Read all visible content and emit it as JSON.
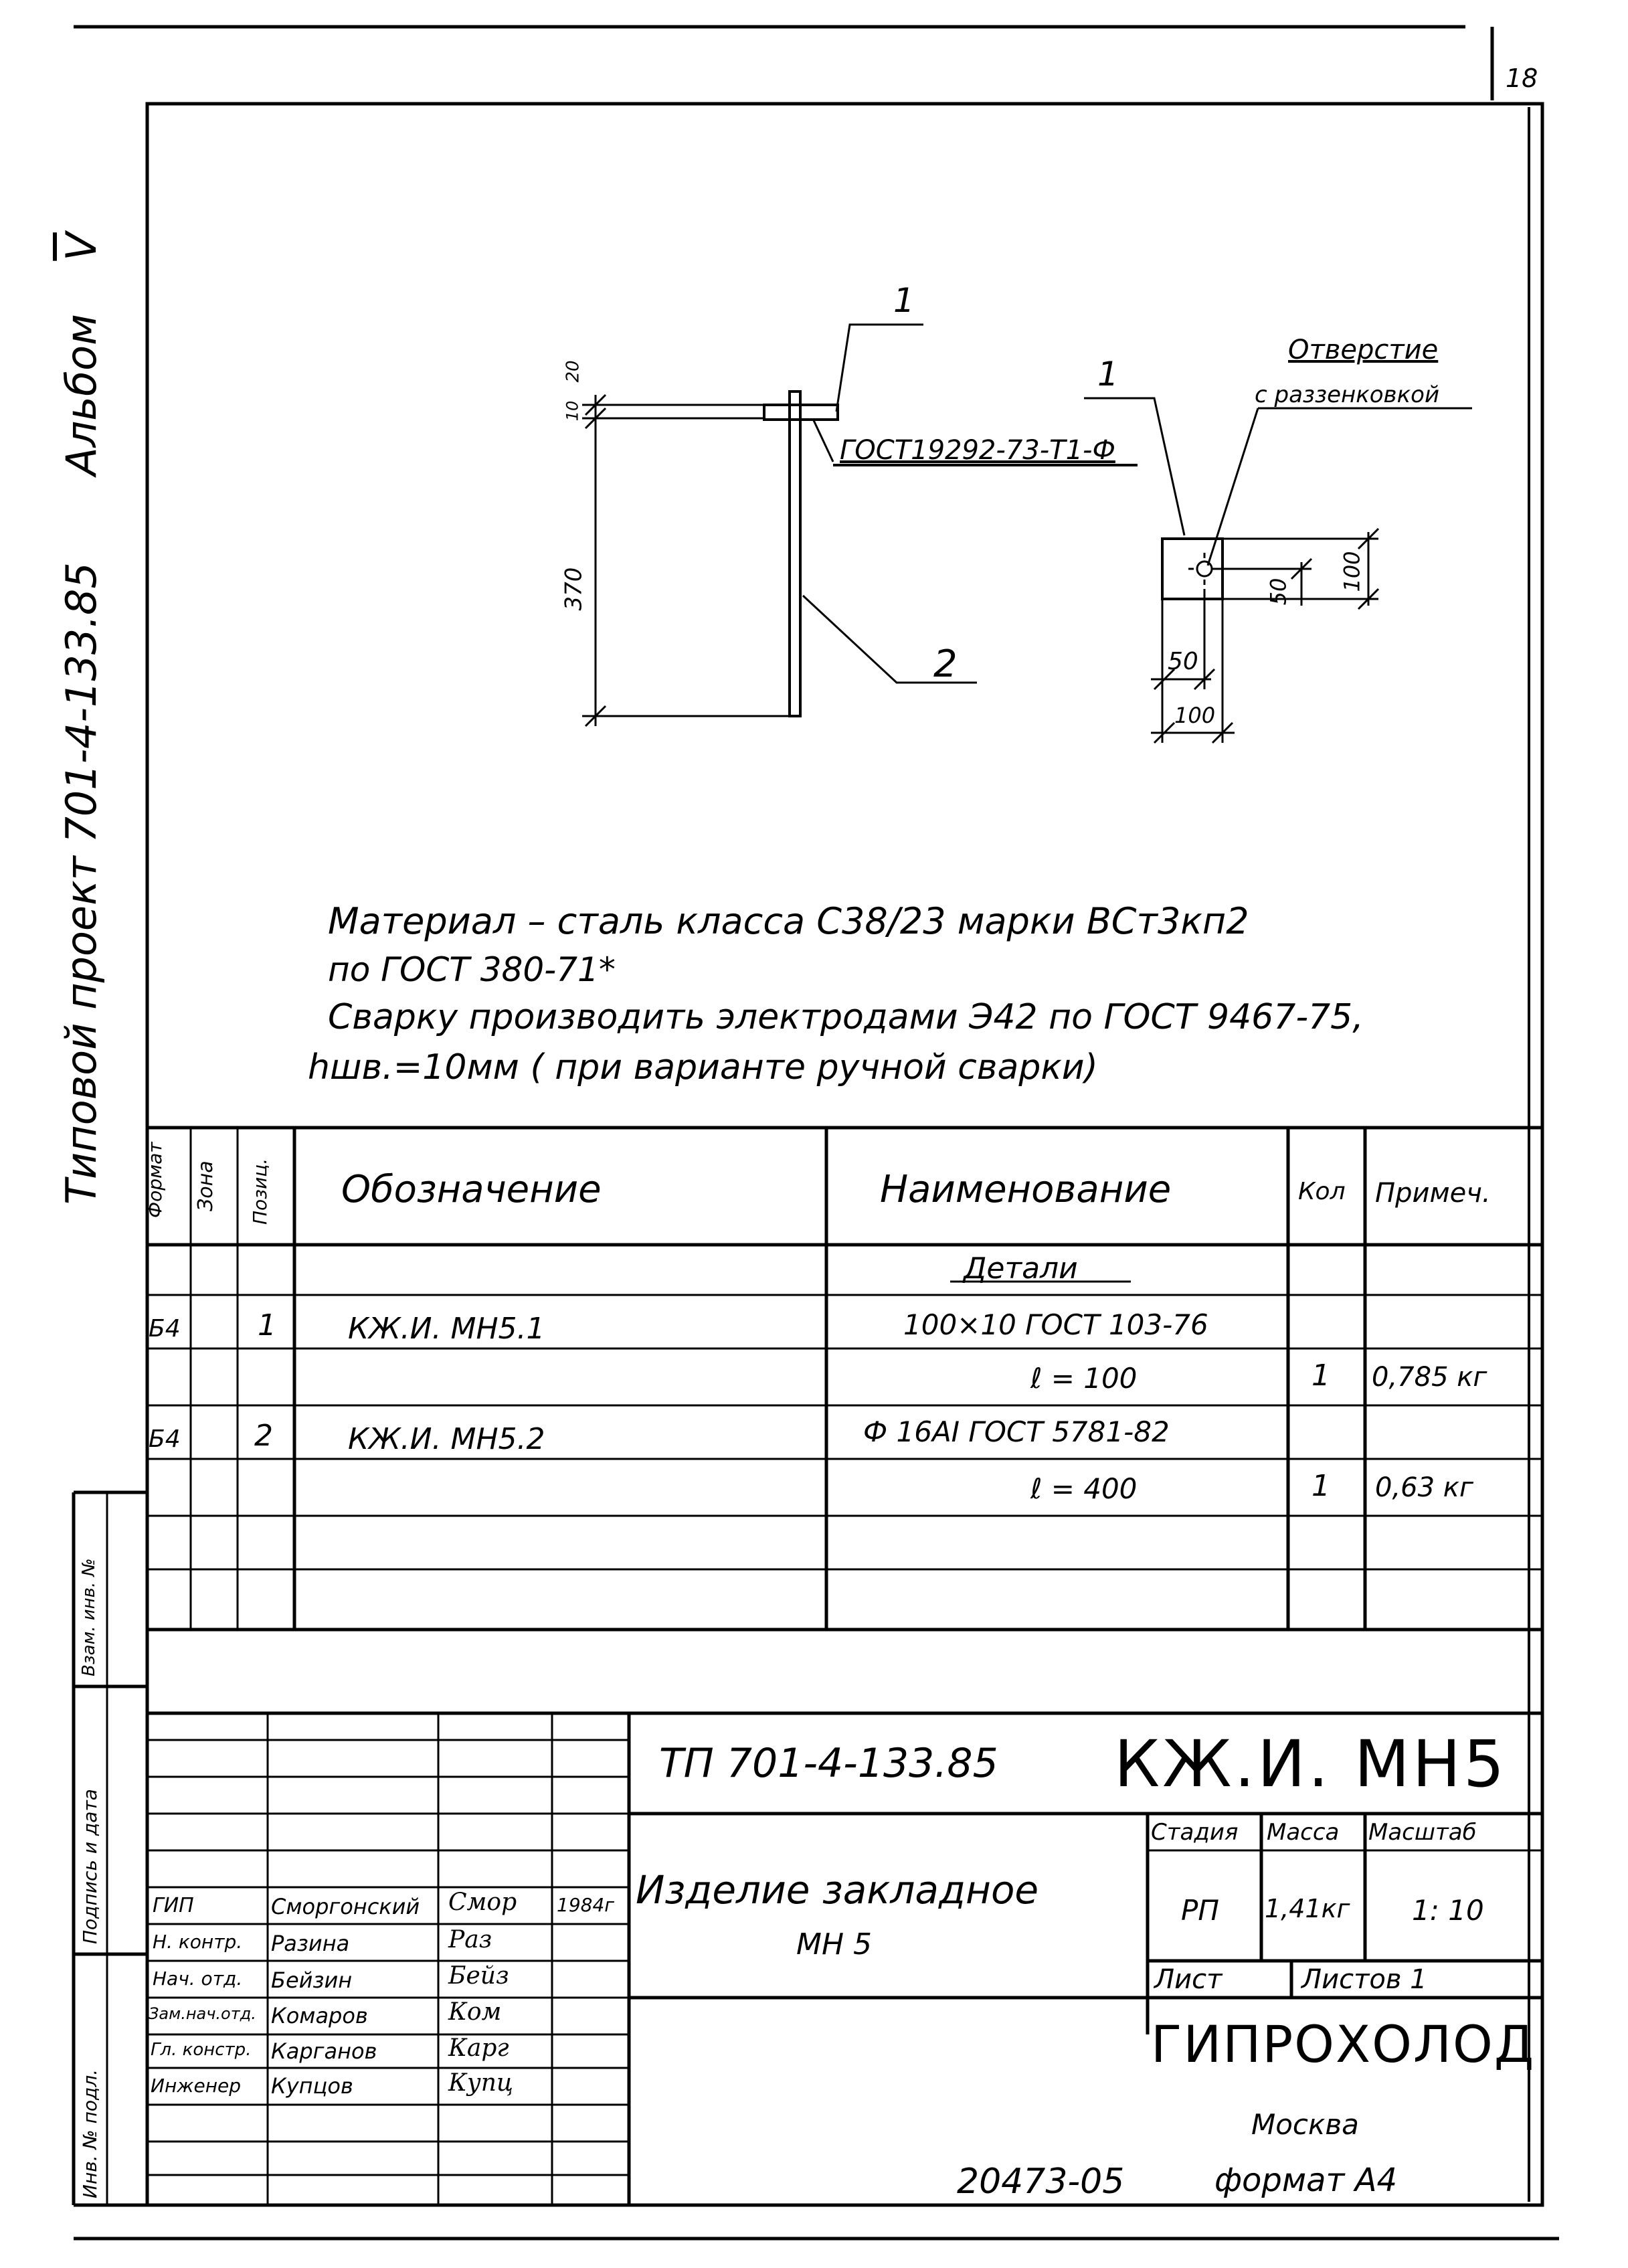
{
  "page_number": "18",
  "album": {
    "title": "Типовой проект 701-4-133.85",
    "album_word": "Альбом",
    "album_number": "V"
  },
  "drawing": {
    "callout_1_top": "1",
    "callout_1_plan": "1",
    "callout_2": "2",
    "gost_label": "ГОСТ19292-73-Т1-Ф",
    "hole_note_line1": "Отверстие",
    "hole_note_line2": "с раззенковкой",
    "dims": {
      "d20": "20",
      "d10": "10",
      "d370": "370",
      "d50_v": "50",
      "d100_v": "100",
      "d50_h": "50",
      "d100_h": "100"
    }
  },
  "notes": {
    "line1": "Материал – сталь класса С38/23 марки ВСт3кп2",
    "line2": "по ГОСТ 380-71*",
    "line3": "Сварку производить электродами Э42 по ГОСТ 9467-75,",
    "line4": "hшв.=10мм ( при варианте ручной сварки)"
  },
  "spec_table": {
    "headers": {
      "format": "Формат",
      "zone": "Зона",
      "position": "Позиц.",
      "designation": "Обозначение",
      "name": "Наименование",
      "qty": "Кол",
      "note": "Примеч."
    },
    "section_title": "Детали",
    "rows": [
      {
        "format": "Б4",
        "position": "1",
        "designation": "КЖ.И. МН5.1",
        "name": "100×10 ГОСТ 103-76",
        "qty": "",
        "note": ""
      },
      {
        "format": "",
        "position": "",
        "designation": "",
        "name": "ℓ = 100",
        "qty": "1",
        "note": "0,785 кг"
      },
      {
        "format": "Б4",
        "position": "2",
        "designation": "КЖ.И. МН5.2",
        "name": "Ф 16АI ГОСТ 5781-82",
        "qty": "",
        "note": ""
      },
      {
        "format": "",
        "position": "",
        "designation": "",
        "name": "ℓ = 400",
        "qty": "1",
        "note": "0,63 кг"
      }
    ]
  },
  "side_stamp": {
    "inv_orig": "Инв. № подл.",
    "sign_date": "Подпись и дата",
    "inv_repl": "Взам. инв. №"
  },
  "title_block": {
    "project_code": "ТП 701-4-133.85",
    "doc_code": "КЖ.И. МН5",
    "item_title_line1": "Изделие закладное",
    "item_title_line2": "МН 5",
    "stage_label": "Стадия",
    "stage_value": "РП",
    "mass_label": "Масса",
    "mass_value": "1,41кг",
    "scale_label": "Масштаб",
    "scale_value": "1: 10",
    "sheet_label": "Лист",
    "sheets_label": "Листов 1",
    "org_name": "ГИПРОХОЛОД",
    "org_city": "Москва",
    "people": [
      {
        "role": "ГИП",
        "name": "Сморгонский",
        "sign": "Смор",
        "date": "1984г"
      },
      {
        "role": "Н. контр.",
        "name": "Разина",
        "sign": "Раз",
        "date": ""
      },
      {
        "role": "Нач. отд.",
        "name": "Бейзин",
        "sign": "Бейз",
        "date": ""
      },
      {
        "role": "Зам.нач.отд.",
        "name": "Комаров",
        "sign": "Ком",
        "date": ""
      },
      {
        "role": "Гл. констр.",
        "name": "Карганов",
        "sign": "Карг",
        "date": ""
      },
      {
        "role": "Инженер",
        "name": "Купцов",
        "sign": "Купц",
        "date": ""
      }
    ]
  },
  "bottom": {
    "archive_number": "20473-05",
    "format": "формат А4"
  }
}
